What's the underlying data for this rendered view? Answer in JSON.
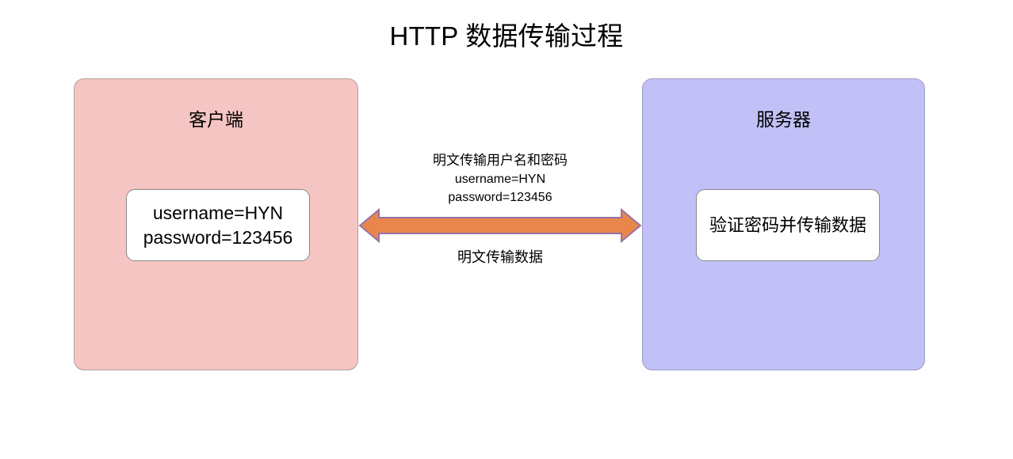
{
  "title": "HTTP 数据传输过程",
  "client": {
    "name": "客户端",
    "credentials": {
      "username_line": "username=HYN",
      "password_line": "password=123456"
    },
    "fill_color": "#F5C5C3"
  },
  "server": {
    "name": "服务器",
    "action": "验证密码并传输数据",
    "fill_color": "#C1C1F7"
  },
  "transfer": {
    "request_heading": "明文传输用户名和密码",
    "request_username": "username=HYN",
    "request_password": "password=123456",
    "response_label": "明文传输数据",
    "arrow_fill_color": "#E8864B",
    "arrow_border_color": "#9673A6",
    "arrow_direction": "bidirectional",
    "arrow_icon": "double-headed-arrow-icon"
  }
}
